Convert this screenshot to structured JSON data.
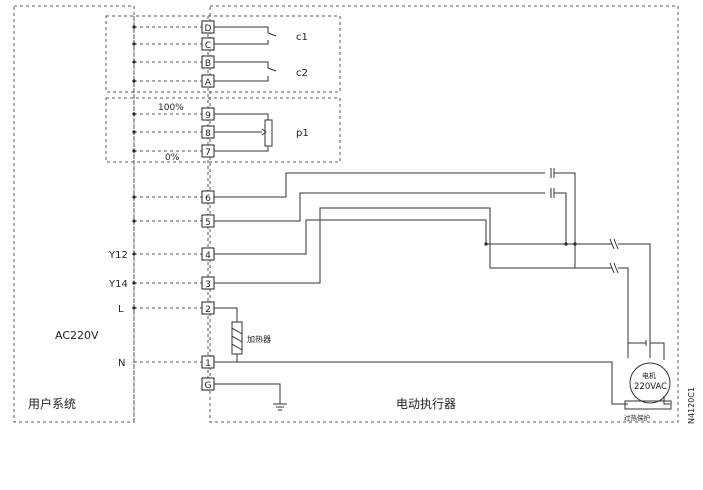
{
  "regions": {
    "user_system": "用户系统",
    "actuator": "电动执行器"
  },
  "terminals": [
    "D",
    "C",
    "B",
    "A",
    "9",
    "8",
    "7",
    "6",
    "5",
    "4",
    "3",
    "2",
    "1",
    "G"
  ],
  "switch_labels": {
    "c1": "c1",
    "c2": "c2"
  },
  "potentiometer": {
    "label": "p1",
    "top": "100%",
    "bottom": "0%"
  },
  "signals": {
    "y12": "Y12",
    "y14": "Y14",
    "l": "L",
    "n": "N"
  },
  "supply": "AC220V",
  "heater": "加热器",
  "motor": {
    "name": "电机",
    "rating": "220VAC"
  },
  "thermal_protector": "过热保护",
  "part_code": "N4120C1",
  "colors": {
    "line": "#333333",
    "frame": "#555555"
  }
}
